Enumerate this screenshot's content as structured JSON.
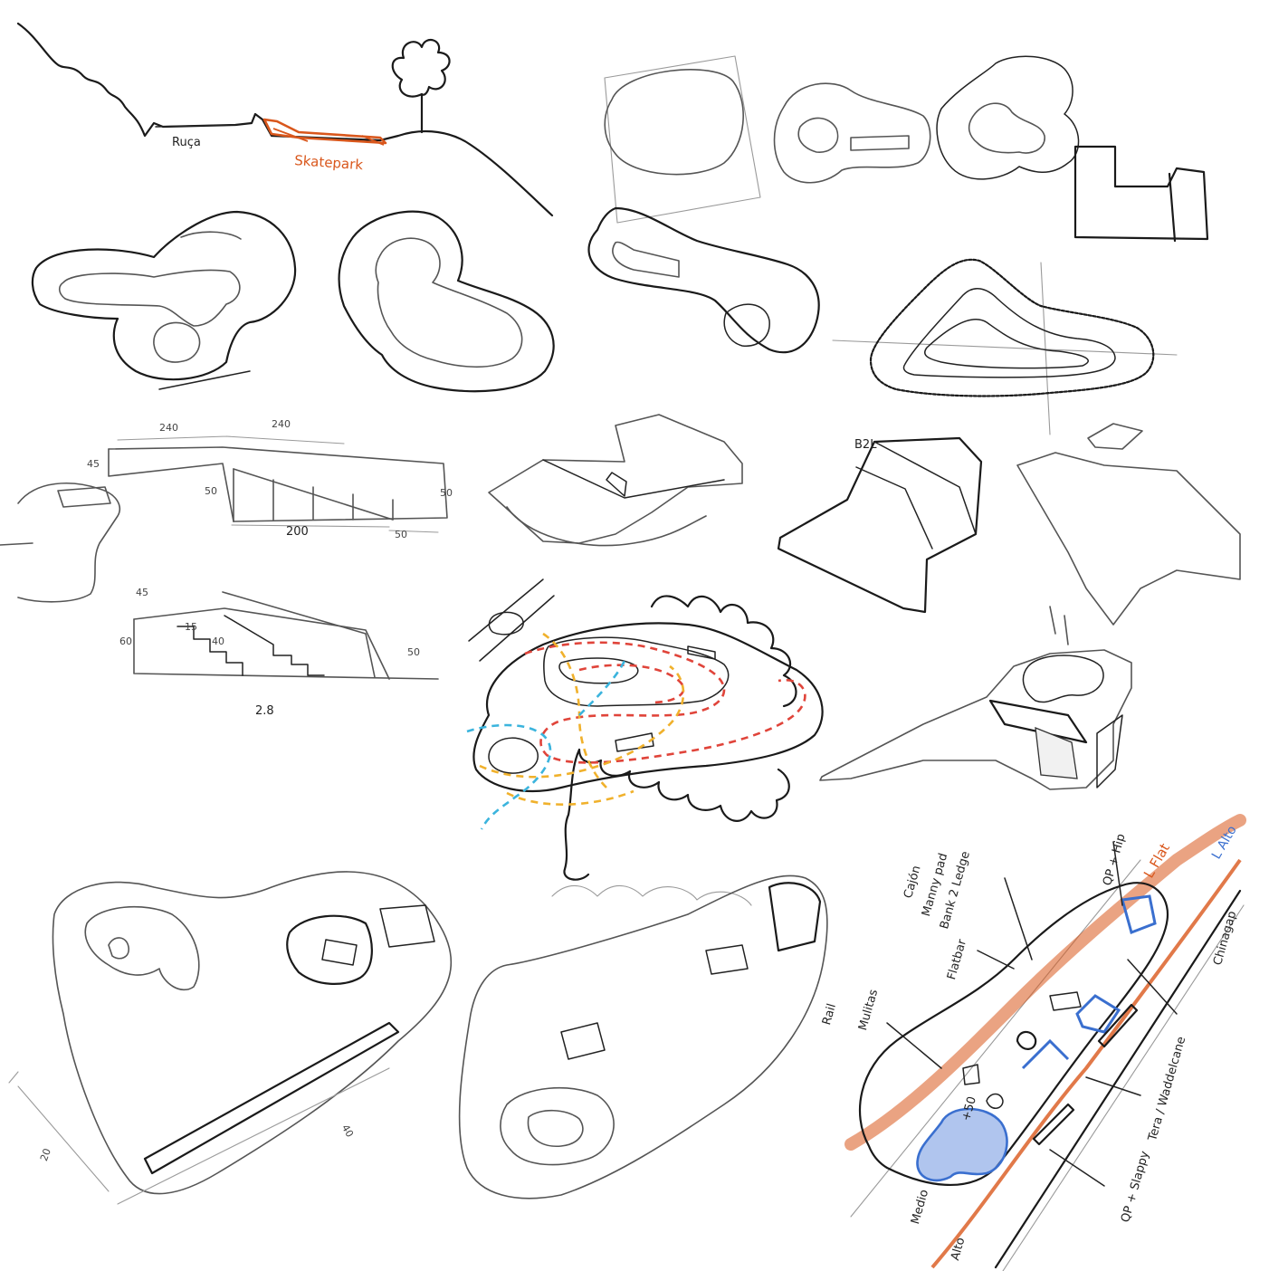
{
  "colors": {
    "ink": "#1a1a1a",
    "pencil": "#555555",
    "orange": "#d9571c",
    "orange_fill": "#e9924f",
    "blue": "#3a6fcf",
    "blue_fill": "#6f95e0",
    "red_dash": "#e0443a",
    "yellow_dash": "#f0b12c",
    "cyan_dash": "#3bb4dd"
  },
  "section": {
    "label_left": "Ruça",
    "label_skatepark": "Skatepark"
  },
  "dimensions": {
    "top_left_a": "240",
    "top_left_b": "240",
    "rise_a": "45",
    "rise_b": "50",
    "right_height": "50",
    "run_bottom": "200",
    "run_right": "50",
    "stair_top": "45",
    "stair_step": "15",
    "stair_step_b": "40",
    "stair_left": "60",
    "stair_right": "50",
    "stair_total": "2.8",
    "plan_left": "20",
    "plan_bottom": "40"
  },
  "iso_labels": {
    "bank": "B2L"
  },
  "annotations": {
    "cajon": "Cajón",
    "manny": "Manny pad",
    "bank_ledge": "Bank 2 Ledge",
    "qp_hip": "QP + Hip",
    "flat": "L Flat",
    "alto": "L Alto",
    "rail": "Rail",
    "mulitas": "Mulitas",
    "flatbar": "Flatbar",
    "chinagap": "Chinagap",
    "tera": "Tera / Waddelcane",
    "plus50": "+50",
    "qp_slappy": "QP + Slappy",
    "medio": "Medio",
    "alto_low": "Alto"
  }
}
